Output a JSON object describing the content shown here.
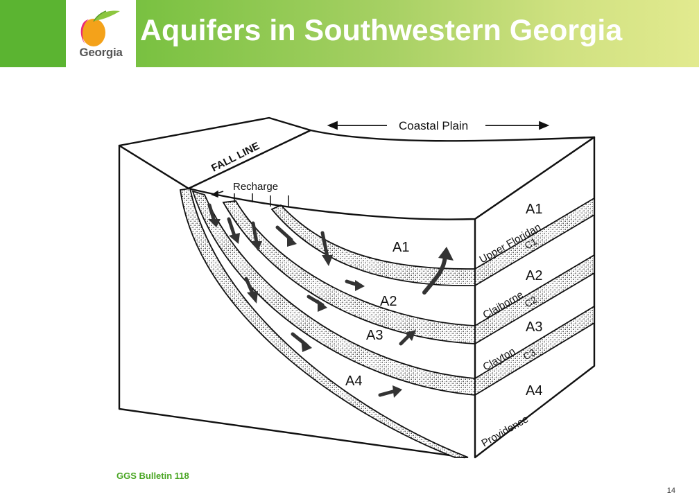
{
  "header": {
    "title": "Aquifers in Southwestern Georgia",
    "logo_text": "Georgia",
    "colors": {
      "left_band": "#5bb431",
      "gradient_start": "#7cc243",
      "gradient_end": "#e2ea8f",
      "title_text": "#ffffff"
    }
  },
  "diagram": {
    "fall_line": "FALL LINE",
    "coastal_plain": "Coastal Plain",
    "recharge": "Recharge",
    "aquifers_inner": [
      "A1",
      "A2",
      "A3",
      "A4"
    ],
    "face_aquifers": [
      "A1",
      "A2",
      "A3",
      "A4"
    ],
    "confining_units": [
      "C1",
      "C2",
      "C3"
    ],
    "formations": [
      "Upper Floridan",
      "Claiborne",
      "Clayton",
      "Providence"
    ]
  },
  "footer": {
    "source": "GGS Bulletin 118",
    "page_number": "14"
  }
}
